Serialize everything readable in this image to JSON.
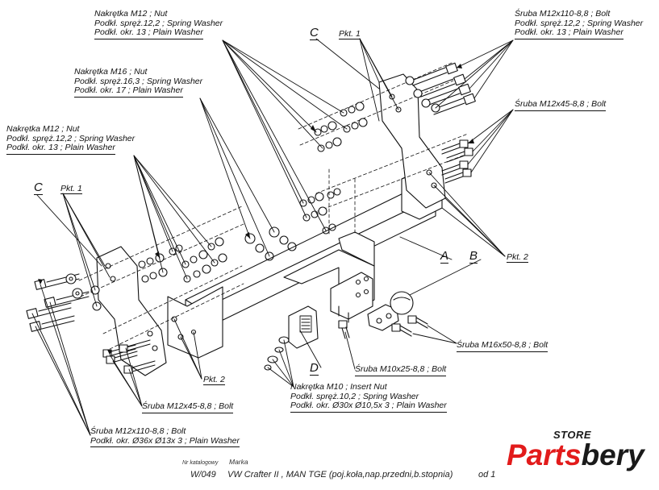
{
  "labels": {
    "top_nuts": [
      "Nakrętka  M12 ; Nut",
      "Podkł. spręż.12,2 ; Spring Washer",
      "Podkł. okr. 13 ; Plain Washer"
    ],
    "mid_nuts": [
      "Nakrętka  M16 ; Nut",
      "Podkł. spręż.16,3 ; Spring Washer",
      "Podkł. okr. 17 ; Plain Washer"
    ],
    "left_nuts": [
      "Nakrętka  M12 ; Nut",
      "Podkł. spręż.12,2 ; Spring Washer",
      "Podkł. okr. 13 ; Plain Washer"
    ],
    "right_bolts_long": [
      "Śruba M12x110-8,8 ;  Bolt",
      "Podkł. spręż.12,2 ; Spring Washer",
      "Podkł. okr. 13 ; Plain Washer"
    ],
    "right_bolts_short": "Śruba M12x45-8,8 ;  Bolt",
    "bolt_m16": "Śruba M16x50-8,8 ;  Bolt",
    "bolt_m10": "Śruba M10x25-8,8 ;  Bolt",
    "insert_nut": [
      "Nakrętka  M10 ; Insert Nut",
      "Podkł. spręż.10,2 ; Spring Washer",
      "Podkł. okr.  Ø30x Ø10,5x 3 ; Plain Washer"
    ],
    "left_bolts_short": "Śruba M12x45-8,8 ;  Bolt",
    "left_bolts_long": [
      "Śruba M12x110-8,8 ;  Bolt",
      "Podkł. okr.  Ø36x Ø13x 3 ; Plain Washer"
    ]
  },
  "tags": {
    "pkt1": "Pkt. 1",
    "pkt2": "Pkt. 2",
    "c": "C",
    "a": "A",
    "b": "B",
    "d": "D"
  },
  "footer": {
    "catalog_label": "Nr katalogowy",
    "brand_label": "Marka",
    "catalog_no": "W/049",
    "vehicle": "VW Crafter II , MAN TGE (poj.koła,nap.przedni,b.stopnia)",
    "from": "od 1"
  },
  "logo": {
    "store": "STORE",
    "part_a": "Parts",
    "part_b": "bery",
    "accent_color": "#e21b1b",
    "dark_color": "#1a1a1a"
  }
}
